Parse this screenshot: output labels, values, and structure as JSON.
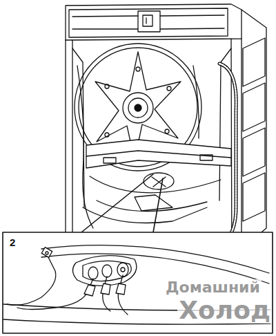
{
  "diagram": {
    "labels": [
      "2",
      "Домашний",
      "Холод"
    ]
  }
}
